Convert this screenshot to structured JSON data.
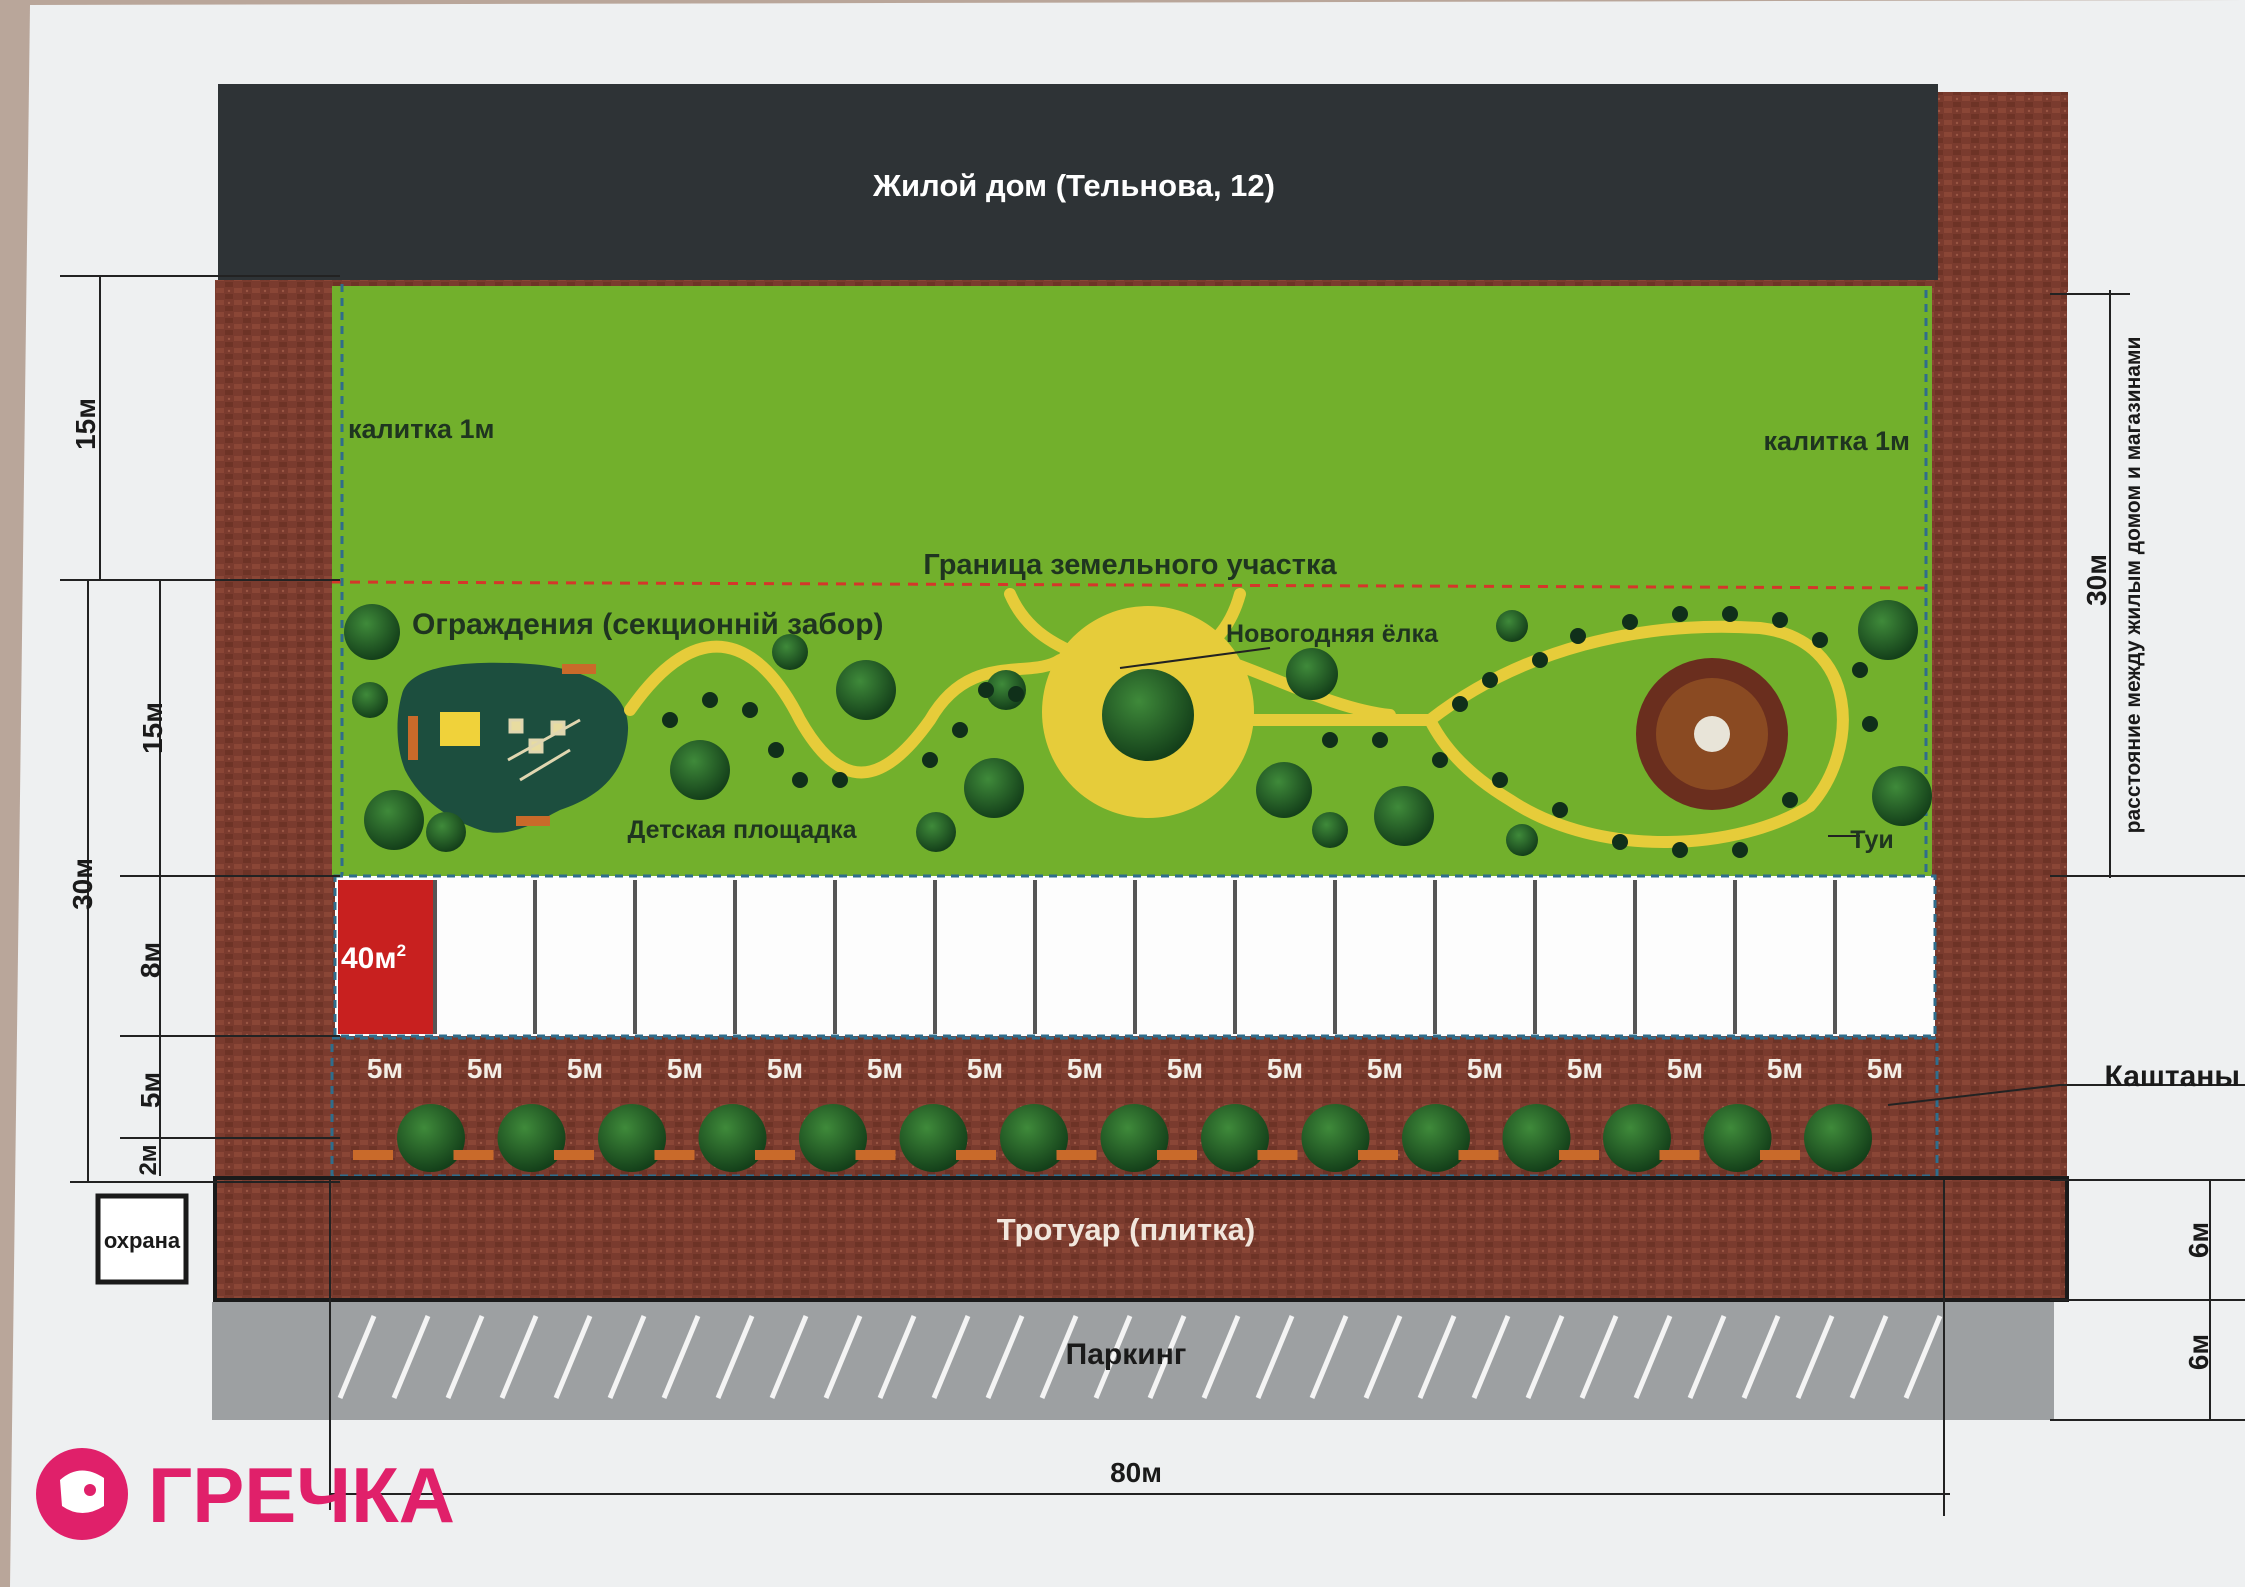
{
  "building": {
    "title": "Жилой дом (Тельнова, 12)"
  },
  "zone_labels": {
    "gate_left": "калитка 1м",
    "gate_right": "калитка 1м",
    "plot_boundary": "Граница земельного участка",
    "fences": "Ограждения (секционній забор)",
    "new_year_tree": "Новогодняя ёлка",
    "playground": "Детская площадка",
    "thujas": "Туи",
    "chestnuts": "Каштаны",
    "sidewalk": "Тротуар (плитка)",
    "parking": "Паркинг",
    "guard": "охрана"
  },
  "kiosks": {
    "highlight_area_base": "40м",
    "highlight_area_sup": "2",
    "segment_widths": [
      "5м",
      "5м",
      "5м",
      "5м",
      "5м",
      "5м",
      "5м",
      "5м",
      "5м",
      "5м",
      "5м",
      "5м",
      "5м",
      "5м",
      "5м",
      "5м"
    ]
  },
  "dimensions": {
    "left_top": "15м",
    "left_middle": "15м",
    "left_total": "30м",
    "left_kiosks": "8м",
    "left_trees": "5м",
    "left_edge": "2м",
    "right_total": "30м",
    "right_note": "расстояние между жилым домом и магазинами",
    "right_sidewalk": "6м",
    "right_parking": "6м",
    "bottom_total": "80м"
  },
  "logo": {
    "text": "ГРЕЧКА"
  },
  "colors": {
    "building": "#2e3336",
    "brick": "#7a3b2e",
    "lawn": "#72b02c",
    "path": "#e6cc3a",
    "kiosk_highlight": "#c8201f",
    "parking": "#9da0a2",
    "logo": "#e0206a"
  }
}
